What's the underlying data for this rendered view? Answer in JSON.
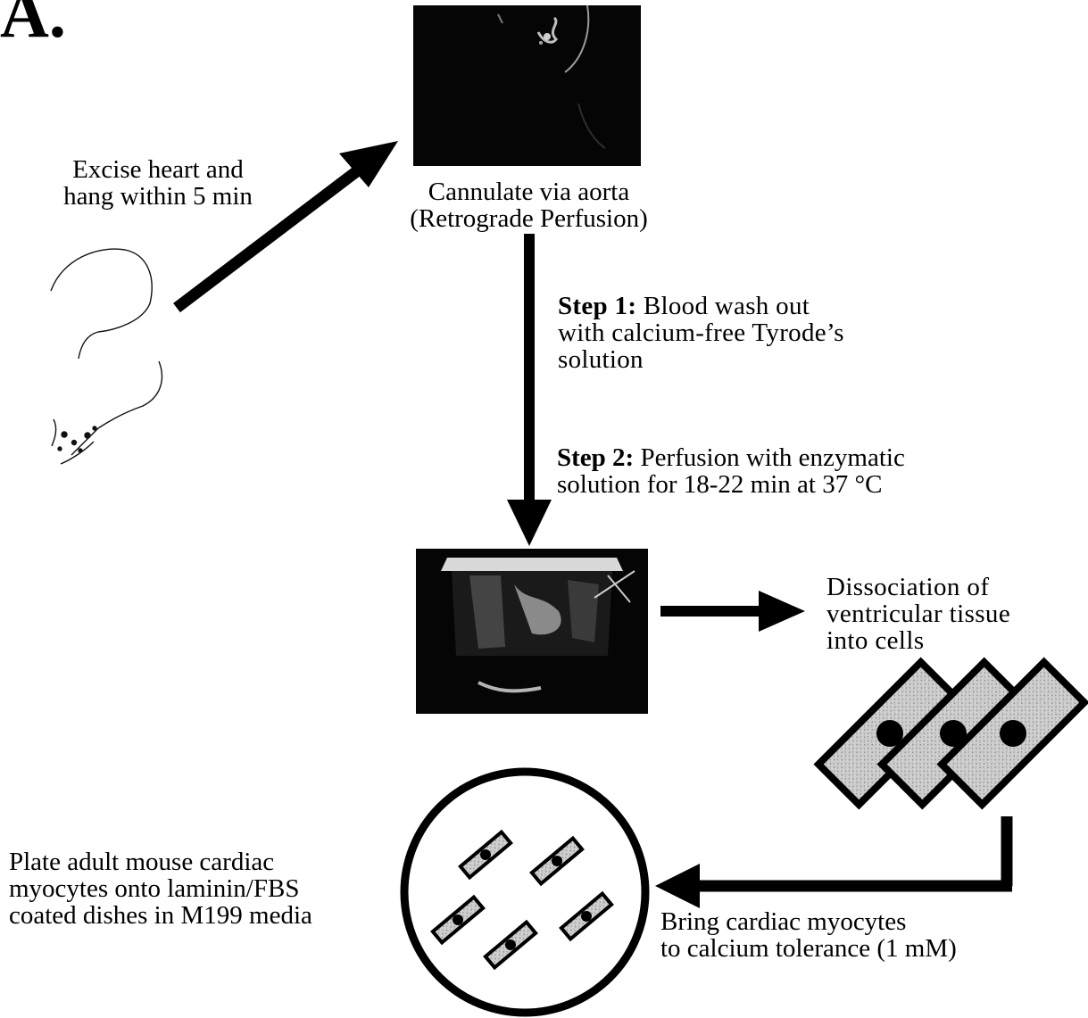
{
  "panel_letter": "A.",
  "labels": {
    "excise": "Excise heart and\nhang within 5 min",
    "cannulate": "Cannulate via aorta\n(Retrograde Perfusion)",
    "step1_prefix": "Step 1:",
    "step1_text": " Blood wash out\nwith calcium-free Tyrode’s\nsolution",
    "step2_prefix": "Step 2:",
    "step2_text": " Perfusion with enzymatic\nsolution for 18-22 min at 37 °C",
    "dissociation": "Dissociation of\nventricular tissue\ninto cells",
    "plate": "Plate adult mouse cardiac\nmyocytes onto laminin/FBS\ncoated dishes in M199 media",
    "bring": "Bring cardiac myocytes\nto calcium tolerance (1 mM)"
  },
  "colors": {
    "ink": "#000000",
    "photo_bg": "#050505",
    "cell_fill": "#d6d6d6"
  }
}
